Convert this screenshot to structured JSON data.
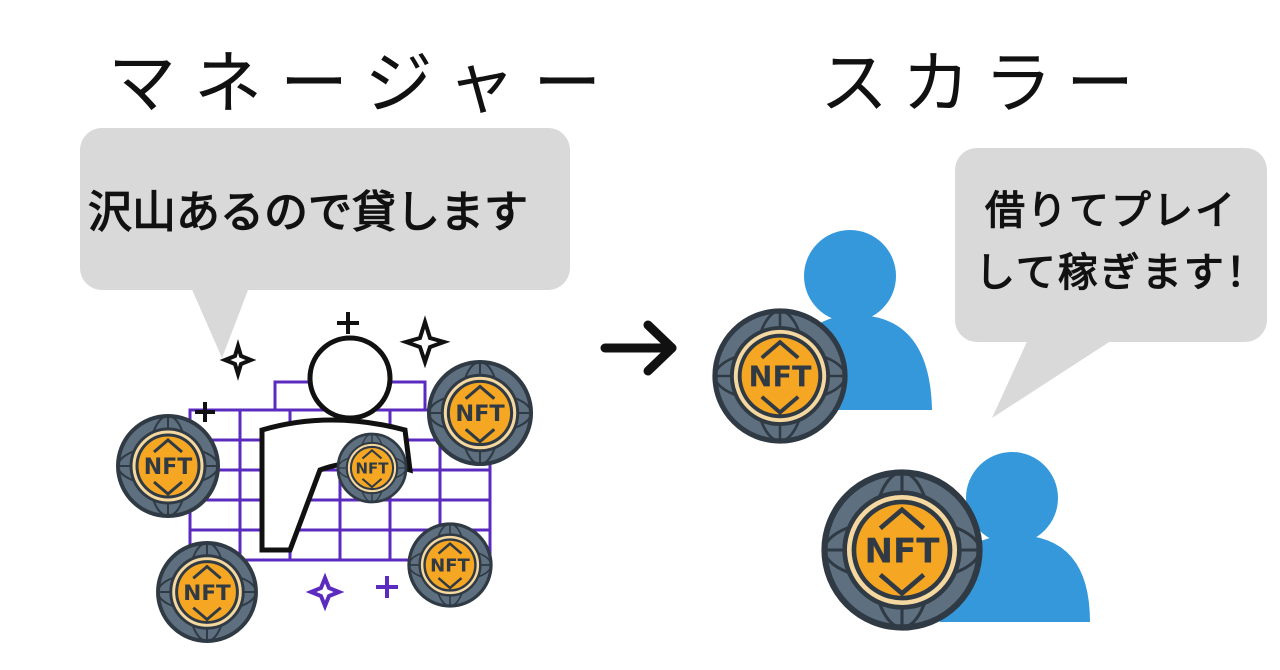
{
  "manager": {
    "title": "マネージャー",
    "speech": "沢山あるので貸します"
  },
  "scholar": {
    "title": "スカラー",
    "speech_line1": "借りてプレイ",
    "speech_line2": "して稼ぎます！"
  },
  "coin_label": "NFT",
  "icons": {
    "arrow": "right-arrow-icon",
    "person": "person-icon",
    "coin": "nft-coin-icon",
    "sparkle": "sparkle-icon"
  },
  "colors": {
    "bubble": "#d9d9d9",
    "person_blue": "#3498db",
    "coin_gold": "#f5a623",
    "coin_ring": "#5e7080",
    "grid_purple": "#5b2bbf"
  }
}
